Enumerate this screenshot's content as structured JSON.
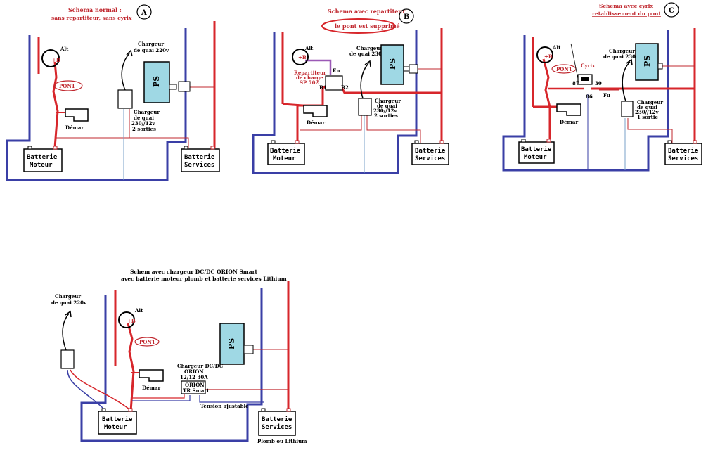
{
  "colors": {
    "positive": "#d7262b",
    "negative": "#3a3fa6",
    "thin_red": "#c0282f",
    "thin_blue": "#7aa1c9",
    "ps_fill": "#9fd8e4",
    "purple": "#9b59b6"
  },
  "diagram_a": {
    "letter": "A",
    "title_1": "Schema normal :",
    "title_2": "sans repartiteur, sans cyrix",
    "alt": "Alt",
    "plus_b": "+B",
    "pont": "PONT",
    "demar": "Démar",
    "charger_top_1": "Chargeur",
    "charger_top_2": "de quai 220v",
    "charger_box_1": "Chargeur",
    "charger_box_2": "de quai",
    "charger_box_3": "230//12v",
    "charger_box_4": "2 sorties",
    "ps": "PS",
    "bat_m_1": "Batterie",
    "bat_m_2": "Moteur",
    "bat_s_1": "Batterie",
    "bat_s_2": "Services"
  },
  "diagram_b": {
    "letter": "B",
    "title_1": "Schema avec repartiteur",
    "title_2": "le pont est supprimé",
    "alt": "Alt",
    "plus_b": "+B",
    "rep_1": "Repartiteur",
    "rep_2": "de charge",
    "rep_3": "SP 702",
    "en": "En",
    "b1": "B1",
    "b2": "B2",
    "demar": "Démar",
    "charger_top_1": "Chargeur",
    "charger_top_2": "de quai 230v",
    "charger_box_1": "Chargeur",
    "charger_box_2": "de quai",
    "charger_box_3": "230//12v",
    "charger_box_4": "2 sorties",
    "ps": "PS",
    "bat_m_1": "Batterie",
    "bat_m_2": "Moteur",
    "bat_s_1": "Batterie",
    "bat_s_2": "Services"
  },
  "diagram_c": {
    "letter": "C",
    "title_1": "Schema avec cyrix",
    "title_2": "retablissement du pont",
    "alt": "Alt",
    "plus_b": "+B",
    "pont": "PONT",
    "cyrix": "Cyrix",
    "n87": "87",
    "n30": "30",
    "n86": "86",
    "fu": "Fu",
    "demar": "Démar",
    "charger_top_1": "Chargeur",
    "charger_top_2": "de quai 230v",
    "charger_box_1": "Chargeur",
    "charger_box_2": "de quai",
    "charger_box_3": "230//12v",
    "charger_box_4": "1 sortie",
    "ps": "PS",
    "bat_m_1": "Batterie",
    "bat_m_2": "Moteur",
    "bat_s_1": "Batterie",
    "bat_s_2": "Services"
  },
  "diagram_d": {
    "title_1": "Schem avec chargeur DC/DC ORION Smart",
    "title_2": "avec batterie moteur plomb et batterie services Lithium",
    "charger_top_1": "Chargeur",
    "charger_top_2": "de quai 220v",
    "alt": "Alt",
    "plus_b": "+B",
    "pont": "PONT",
    "demar": "Démar",
    "orion_1": "Chargeur DC/DC",
    "orion_2": "ORION",
    "orion_3": "12/12  30A",
    "orion_box_1": "ORION",
    "orion_box_2": "TR Smart",
    "tension": "Tension ajustable",
    "ps": "PS",
    "bat_m_1": "Batterie",
    "bat_m_2": "Moteur",
    "bat_s_1": "Batterie",
    "bat_s_2": "Services",
    "plomb": "Plomb ou  Lithium"
  }
}
